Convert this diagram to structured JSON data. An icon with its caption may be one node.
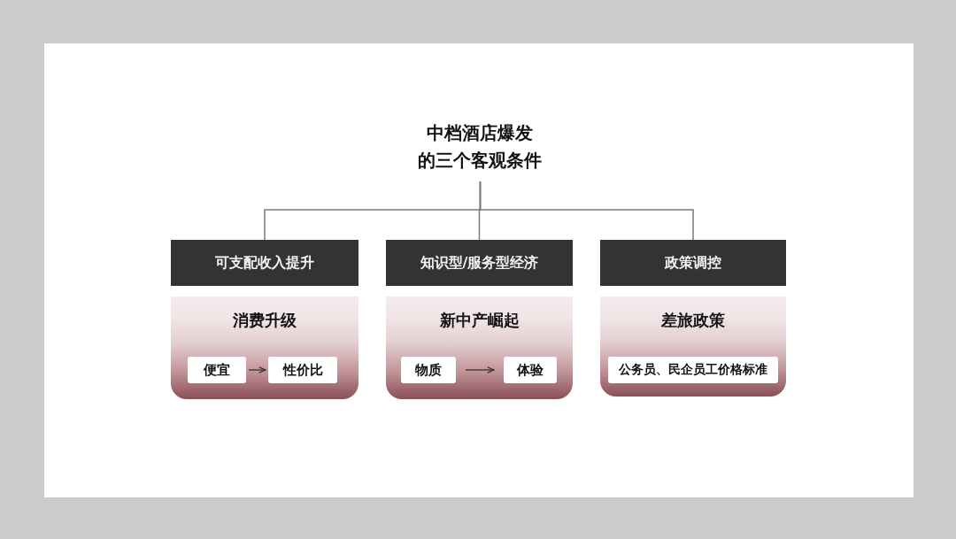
{
  "diagram": {
    "nodes": [
      {
        "text": [
          "中档酒店爆发的三个客观条件"
        ]
      },
      {
        "text": [
          "可支配收入提升"
        ]
      },
      {
        "text": [
          "消费升级"
        ]
      },
      {
        "text": [
          "便宜"
        ],
        "in": 2
      },
      {
        "text": [
          "性价比"
        ],
        "in": 2
      },
      {
        "text": [
          "知识型/服务型经济"
        ]
      },
      {
        "text": [
          "新中产崛起"
        ]
      },
      {
        "text": [
          "物质"
        ],
        "in": 6
      },
      {
        "text": [
          "体验"
        ],
        "in": 6
      },
      {
        "text": [
          "政策调控"
        ]
      },
      {
        "text": [
          "差旅政策"
        ]
      },
      {
        "text": [
          "公务员、民企员工价格标准"
        ],
        "in": 10
      }
    ],
    "edges": [
      {
        "from": 0,
        "to": 1,
        "arrow": "none"
      },
      {
        "from": 0,
        "to": 5,
        "arrow": "none"
      },
      {
        "from": 0,
        "to": 9,
        "arrow": "none"
      },
      {
        "from": 3,
        "to": 4,
        "arrow": "to"
      },
      {
        "from": 7,
        "to": 8,
        "arrow": "to"
      }
    ]
  }
}
